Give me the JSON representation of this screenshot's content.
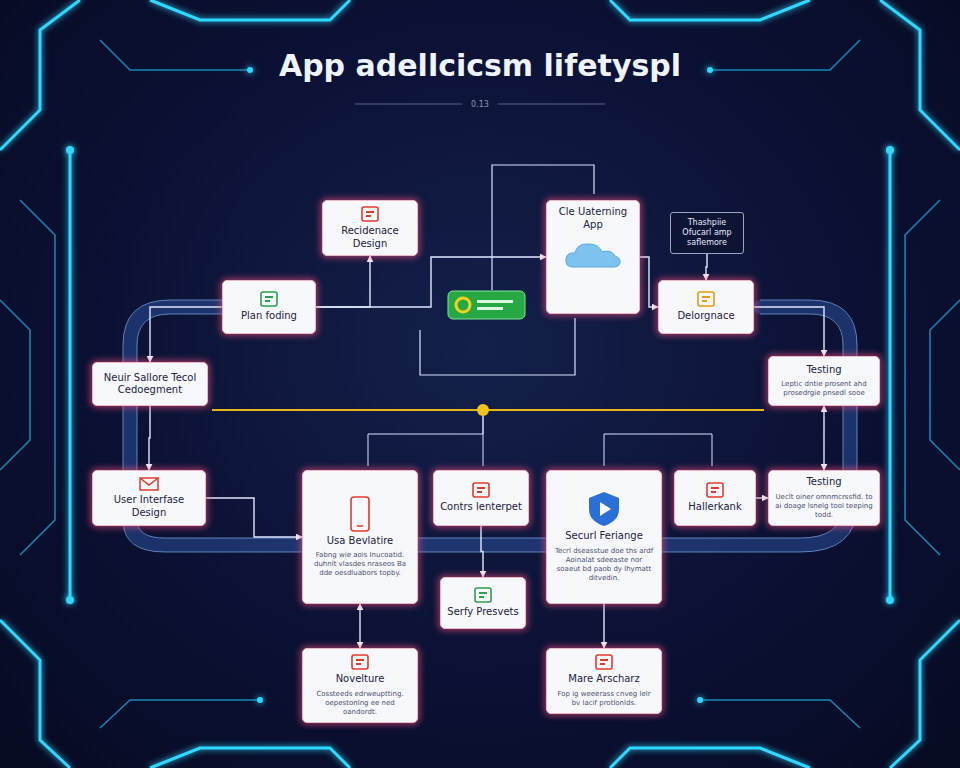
{
  "diagram": {
    "title": "App adellcicsm lifetyspl",
    "nodes": [
      {
        "text": [
          "Recidenace Design"
        ]
      },
      {
        "text": [
          "Plan foding"
        ]
      },
      {
        "text": [
          "Cle Uaterning App"
        ]
      },
      {
        "text": [
          "Thashpiie Ofucarl amp saflemore"
        ]
      },
      {
        "text": [
          "Delorgnace"
        ]
      },
      {
        "text": [
          "Neuir Sallore Tecol Cedoegment"
        ]
      },
      {
        "text": [
          "Testing",
          "Leptic dntie prosent ahd prosedrgie pnsedl sooe"
        ]
      },
      {
        "text": [
          "User Interfase Design"
        ]
      },
      {
        "text": [
          "Usa Bevlatire",
          "Fabng wie aois Inucoatid. duhnlt vlasdes nraseos Ba dde oesdluabors topby."
        ]
      },
      {
        "text": [
          "Contrs lenterpet"
        ]
      },
      {
        "text": [
          "Securl Feriange",
          "Tecrl dseasstue doe ths ardf Aoinalat sdeeaste nor soaeut bd paob dy lhymatt ditvedin."
        ]
      },
      {
        "text": [
          "Hallerkank"
        ]
      },
      {
        "text": [
          "Testing",
          "Ueclt oiner omnmcrssfid. to ai doage lsnelg tool teeping todd."
        ]
      },
      {
        "text": [
          "Serfy Presvets"
        ]
      },
      {
        "text": [
          "Novelture",
          "Cossteeds edrweuptting. oepestonlng ee ned oandordt."
        ]
      },
      {
        "text": [
          "Mare Arscharz",
          "Fop ig weeerass cnveg lelr bv lacif protlonlds."
        ]
      }
    ],
    "edges": [
      {
        "from": 1,
        "to": 0,
        "arrow": "to"
      },
      {
        "from": 1,
        "to": 2,
        "arrow": "to"
      },
      {
        "from": 2,
        "to": 4,
        "arrow": "to"
      },
      {
        "from": 3,
        "to": 4,
        "arrow": "to"
      },
      {
        "from": 1,
        "to": 5,
        "arrow": "to"
      },
      {
        "from": 5,
        "to": 7,
        "arrow": "to"
      },
      {
        "from": 4,
        "to": 6,
        "arrow": "to"
      },
      {
        "from": 6,
        "to": 12,
        "arrow": "both"
      },
      {
        "from": 8,
        "to": 14,
        "arrow": "both"
      },
      {
        "from": 10,
        "to": 15,
        "arrow": "to"
      },
      {
        "from": 9,
        "to": 13,
        "arrow": "to"
      },
      {
        "from": 7,
        "to": 8,
        "arrow": "to"
      },
      {
        "from": 11,
        "to": 12,
        "arrow": "to"
      }
    ],
    "labels": [
      "0.13"
    ]
  }
}
